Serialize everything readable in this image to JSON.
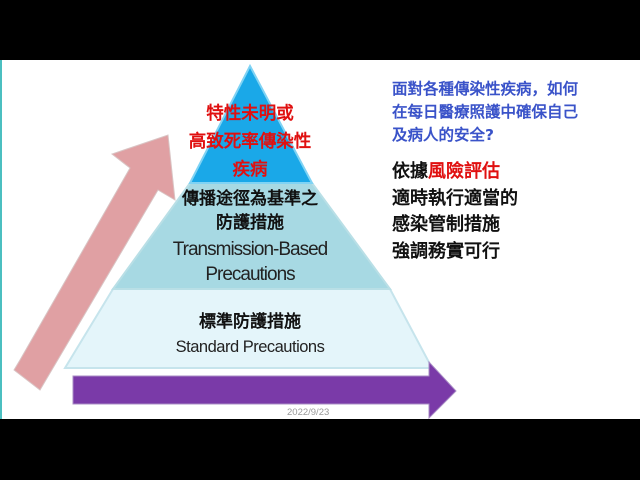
{
  "slide": {
    "pyramid": {
      "top_tier": {
        "lines": [
          "特性未明或",
          "高致死率傳染性",
          "疾病"
        ],
        "color": "#1aa8e8",
        "text_color": "#e01010"
      },
      "middle_tier": {
        "chinese_lines": [
          "傳播途徑為基準之",
          "防護措施"
        ],
        "english_lines": [
          "Transmission-Based",
          "Precautions"
        ],
        "color": "#a7d9e3"
      },
      "bottom_tier": {
        "chinese": "標準防護措施",
        "english": "Standard Precautions",
        "color": "#e4f5fa"
      }
    },
    "question_lines": [
      "面對各種傳染性疾病，如何",
      "在每日醫療照護中確保自己",
      "及病人的安全?"
    ],
    "points": {
      "line1_prefix": "依據",
      "line1_highlight": "風險評估",
      "line2": "適時執行適當的",
      "line3": "感染管制措施",
      "line4": "強調務實可行"
    },
    "date": "2022/9/23",
    "colors": {
      "up_arrow": "#e0a0a3",
      "right_arrow": "#7a3aa8",
      "question_text": "#3a53c9",
      "highlight": "#e01010",
      "left_border": "#4bbfc0"
    }
  }
}
